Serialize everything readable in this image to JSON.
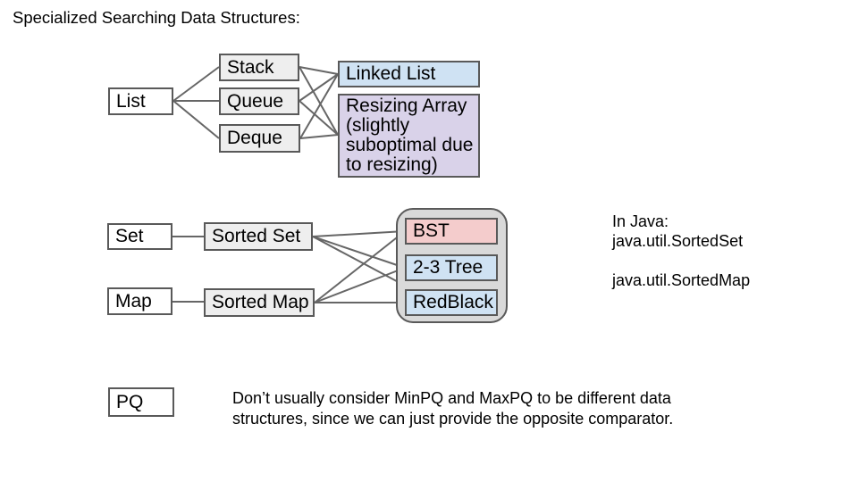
{
  "slide": {
    "title": "Specialized Searching Data Structures:"
  },
  "list_section": {
    "list": "List",
    "stack": "Stack",
    "queue": "Queue",
    "deque": "Deque",
    "linked_list": "Linked List",
    "resizing_array": "Resizing Array (slightly suboptimal due to resizing)"
  },
  "sorted_section": {
    "set": "Set",
    "sorted_set": "Sorted Set",
    "map": "Map",
    "sorted_map": "Sorted Map",
    "implementations": {
      "bst": "BST",
      "two_three_tree": "2-3 Tree",
      "red_black": "RedBlack"
    },
    "java_note": "In Java:\njava.util.SortedSet\n\njava.util.SortedMap"
  },
  "pq_section": {
    "pq": "PQ",
    "note": "Don’t usually consider MinPQ and MaxPQ to be different data structures, since we can just provide the opposite comparator."
  },
  "colors": {
    "white_fill": "#ffffff",
    "box_gray_fill": "#eeeeee",
    "blue_fill": "#cfe2f3",
    "purple_fill": "#d9d2e9",
    "pink_fill": "#f4cccc",
    "container_fill": "#d9d9d9",
    "border": "#595959",
    "connector": "#666666"
  }
}
